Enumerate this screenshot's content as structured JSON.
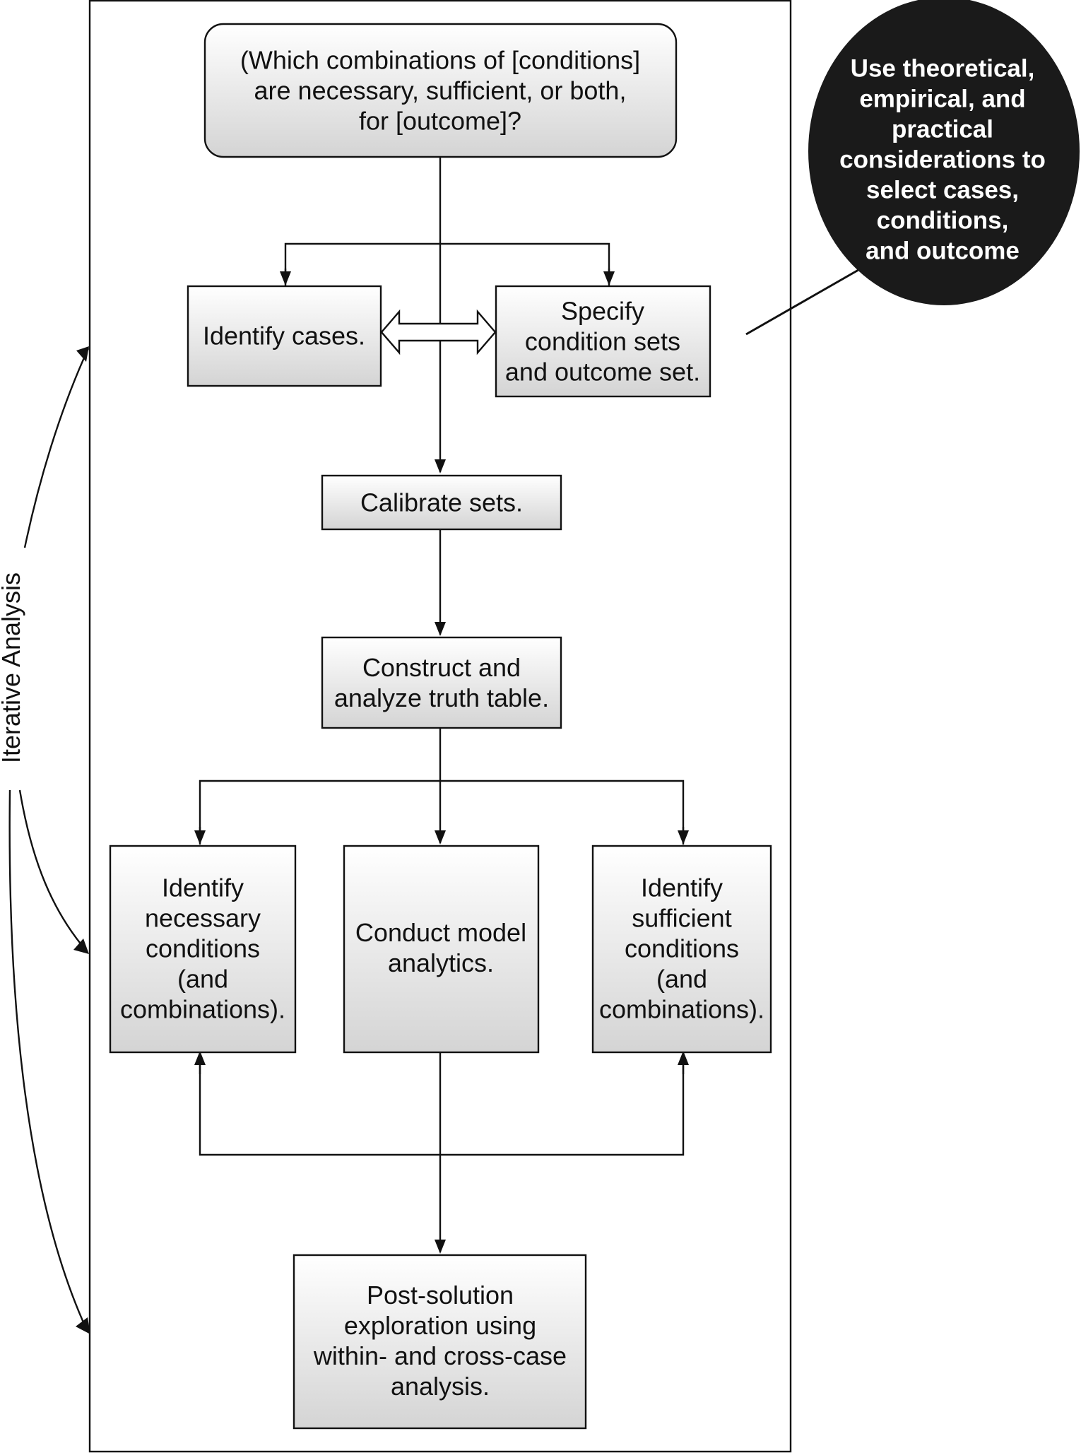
{
  "side_label": "Iterative Analysis",
  "callout": {
    "lines": [
      "Use theoretical,",
      "empirical, and",
      "practical",
      "considerations to",
      "select cases,",
      "conditions,",
      "and outcome"
    ]
  },
  "nodes": {
    "question": {
      "lines": [
        "(Which combinations of [conditions]",
        "are necessary, sufficient, or both,",
        "for [outcome]?"
      ]
    },
    "identify_cases": {
      "lines": [
        "Identify cases."
      ]
    },
    "specify_sets": {
      "lines": [
        "Specify",
        "condition sets",
        "and outcome set."
      ]
    },
    "calibrate": {
      "lines": [
        "Calibrate sets."
      ]
    },
    "truth_table": {
      "lines": [
        "Construct and",
        "analyze truth table."
      ]
    },
    "necessary": {
      "lines": [
        "Identify",
        "necessary",
        "conditions",
        "(and",
        "combinations)."
      ]
    },
    "model_analytics": {
      "lines": [
        "Conduct model",
        "analytics."
      ]
    },
    "sufficient": {
      "lines": [
        "Identify",
        "sufficient",
        "conditions",
        "(and",
        "combinations)."
      ]
    },
    "post_solution": {
      "lines": [
        "Post-solution",
        "exploration using",
        "within- and cross-case",
        "analysis."
      ]
    }
  },
  "colors": {
    "box_top": "#ffffff",
    "box_bottom": "#d4d4d4",
    "callout_fill": "#1a1a1a",
    "stroke": "#111111"
  }
}
